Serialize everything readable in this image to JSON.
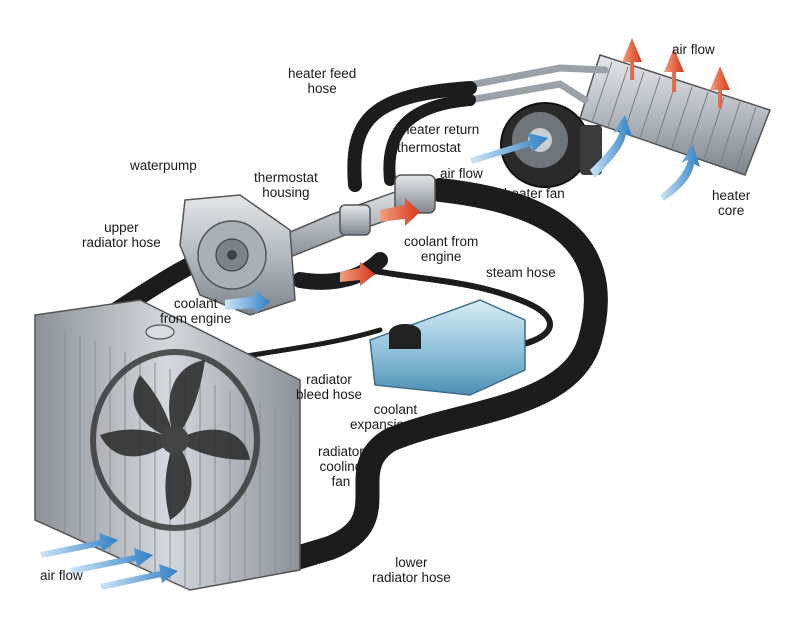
{
  "labels": {
    "air_flow_top": "air flow",
    "heater_feed_hose": "heater feed\nhose",
    "heater_return": "heater return",
    "thermostat": "thermostat",
    "air_flow_mid": "air flow",
    "heater_fan": "heater fan",
    "heater_core": "heater\ncore",
    "waterpump": "waterpump",
    "thermostat_housing": "thermostat\nhousing",
    "upper_radiator_hose": "upper\nradiator hose",
    "coolant_from_engine_right": "coolant from\nengine",
    "steam_hose": "steam hose",
    "coolant_from_engine_left": "coolant\nfrom engine",
    "radiator_bleed_hose": "radiator\nbleed hose",
    "coolant_expansion_tank": "coolant\nexpansion tank",
    "radiator_cooling_fan": "radiator\ncooling\nfan",
    "lower_radiator_hose": "lower\nradiator hose",
    "air_flow_bottom": "air flow"
  },
  "colors": {
    "hose": "#1c1c1c",
    "metal": "#b9bec4",
    "radiator_fin": "#c9ced3",
    "tank": "#7fb3cf",
    "hot_arrow": "#e2502a",
    "cool_arrow": "#3a86c8"
  }
}
